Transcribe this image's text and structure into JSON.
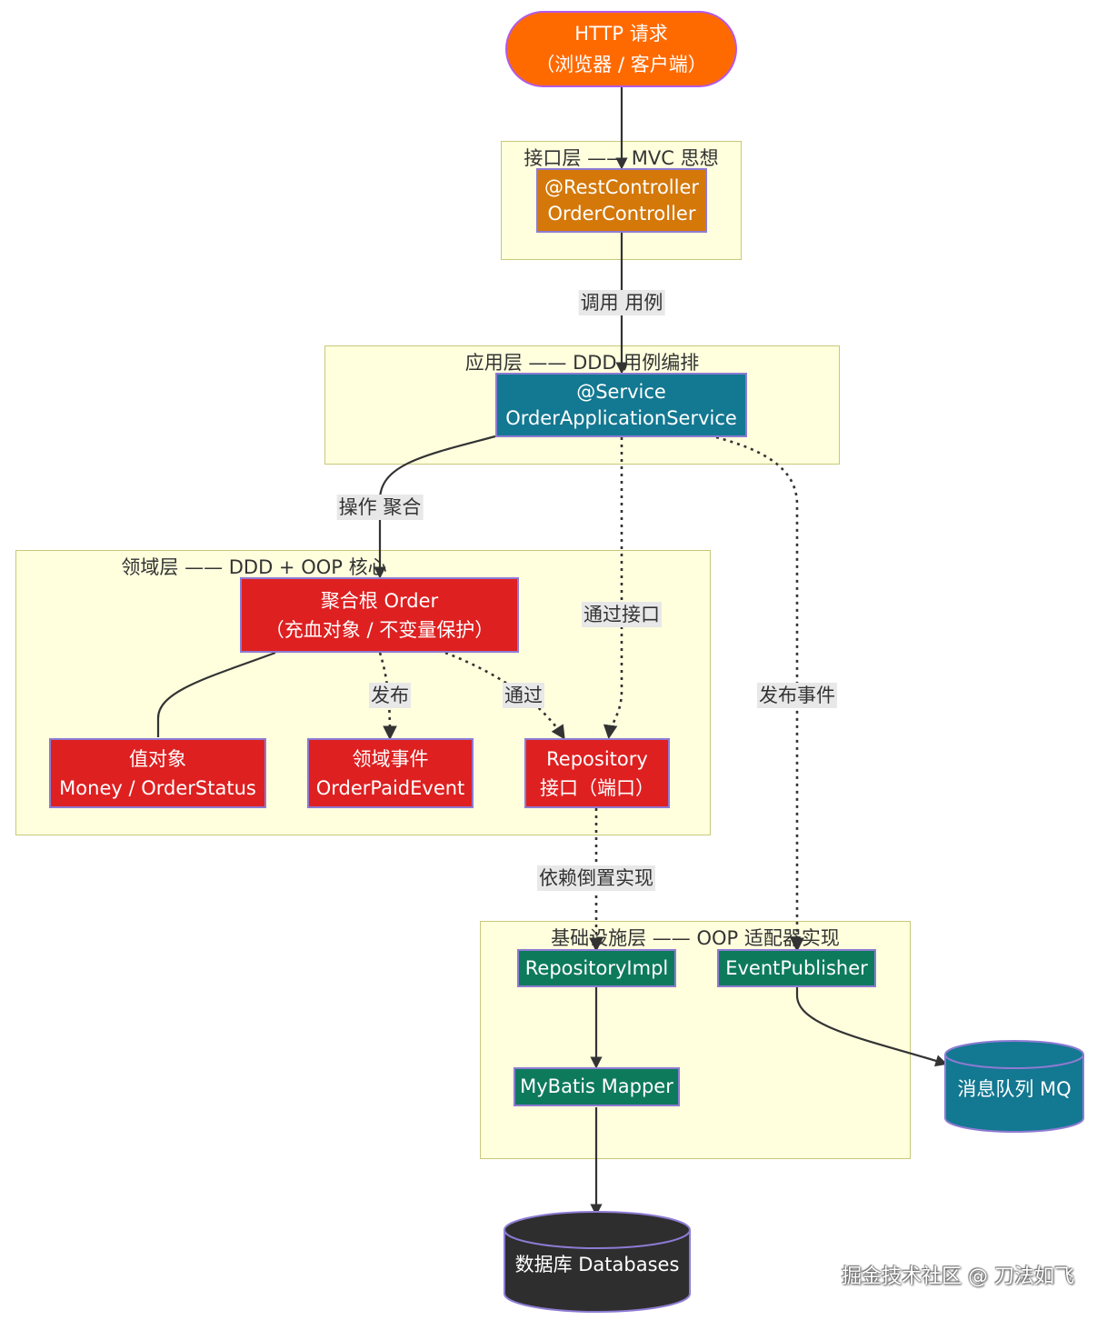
{
  "request": {
    "line1": "HTTP 请求",
    "line2": "（浏览器 / 客户端）"
  },
  "groups": {
    "interface": "接口层 —— MVC 思想",
    "application": "应用层 —— DDD 用例编排",
    "domain": "领域层 —— DDD + OOP 核心",
    "infrastructure": "基础设施层 —— OOP 适配器实现"
  },
  "nodes": {
    "controller": {
      "line1": "@RestController",
      "line2": "OrderController"
    },
    "service": {
      "line1": "@Service",
      "line2": "OrderApplicationService"
    },
    "aggregate": {
      "line1": "聚合根 Order",
      "line2": "（充血对象 / 不变量保护）"
    },
    "value_object": {
      "line1": "值对象",
      "line2": "Money / OrderStatus"
    },
    "domain_event": {
      "line1": "领域事件",
      "line2": "OrderPaidEvent"
    },
    "repository": {
      "line1": "Repository",
      "line2": "接口（端口）"
    },
    "repository_impl": "RepositoryImpl",
    "event_publisher": "EventPublisher",
    "mapper": "MyBatis Mapper",
    "mq": "消息队列 MQ",
    "database": "数据库 Databases"
  },
  "edges": {
    "invoke_use_case": "调用 用例",
    "operate_aggregate": "操作 聚合",
    "via_interface": "通过接口",
    "publish_event": "发布事件",
    "publish": "发布",
    "via": "通过",
    "dependency_inversion": "依赖倒置实现"
  },
  "colors": {
    "group_fill": "#ffffde",
    "request": "#ff6a00",
    "interface_node": "#d4780a",
    "application_node": "#137891",
    "domain_node": "#de2021",
    "infrastructure_node": "#0e7a5c",
    "mq": "#137891",
    "database": "#2e2e2e"
  },
  "watermark": "掘金技术社区 @ 刀法如飞"
}
